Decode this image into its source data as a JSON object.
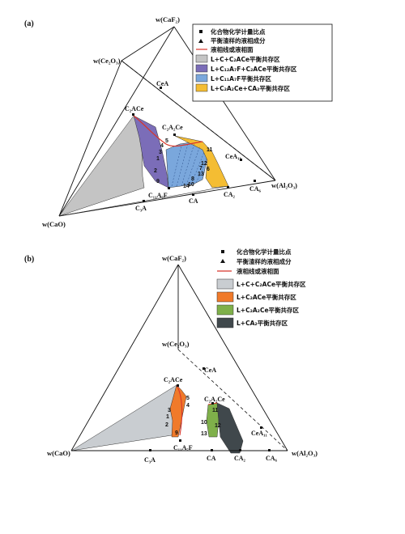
{
  "colors": {
    "gray": "#c4c4c4",
    "purple": "#7b6db8",
    "blue": "#7aa7dc",
    "yellow": "#f4bd33",
    "orange": "#f07a2a",
    "green": "#7fb04a",
    "dark": "#40484c",
    "graylight": "#c9cdd1",
    "red": "#d8352a"
  },
  "panel_a": {
    "tag": "(a)",
    "legend": {
      "compound": "化合物化学计量比点",
      "equilibrium": "平衡渣样的液相成分",
      "liquidus": "液相线或液相面",
      "r1": "L+C+C₂ACe平衡共存区",
      "r2": "L+C₁₂A₇F+C₂ACe平衡共存区",
      "r3": "L+C₁₁A₇F平衡共存区",
      "r4": "L+C₂A₂Ce+CA₂平衡共存区"
    },
    "vertices": {
      "top": "w(CaF₂)",
      "left": "w(CaO)",
      "right": "w(Al₂O₃)",
      "ce": "w(Ce₂O₃)"
    },
    "compounds": {
      "cea": "CeA",
      "c2ace": "C₂ACe",
      "c2a2ce": "C₂A₂Ce",
      "cea11": "CeA₁₁",
      "c3a": "C₃A",
      "ca": "CA",
      "ca2": "CA₂",
      "ca6": "CA₆",
      "c11a7f": "C₁₁A₇F"
    },
    "points": [
      "1",
      "2",
      "3",
      "4",
      "5",
      "6",
      "7",
      "8",
      "9",
      "10",
      "11",
      "12",
      "13",
      "14"
    ]
  },
  "panel_b": {
    "tag": "(b)",
    "legend": {
      "compound": "化合物化学计量比点",
      "equilibrium": "平衡渣样的液相成分",
      "liquidus": "液相线或液相面",
      "r1": "L+C+C₂ACe平衡共存区",
      "r2": "L+C₂ACe平衡共存区",
      "r3": "L+C₂A₂Ce平衡共存区",
      "r4": "L+CA₂平衡共存区"
    },
    "vertices": {
      "top": "w(CaF₂)",
      "left": "w(CaO)",
      "right": "w(Al₂O₃)",
      "ce": "w(Ce₂O₃)"
    },
    "compounds": {
      "cea": "CeA",
      "c2ace": "C₂ACe",
      "c2a2ce": "C₂A₂Ce",
      "cea11": "CeA₁₁",
      "c3a": "C₃A",
      "ca": "CA",
      "ca2": "CA₂",
      "ca6": "CA₆",
      "c11a7f": "C₁₁A₇F"
    },
    "points": [
      "1",
      "2",
      "3",
      "4",
      "5",
      "9",
      "10",
      "11",
      "12",
      "13"
    ]
  }
}
